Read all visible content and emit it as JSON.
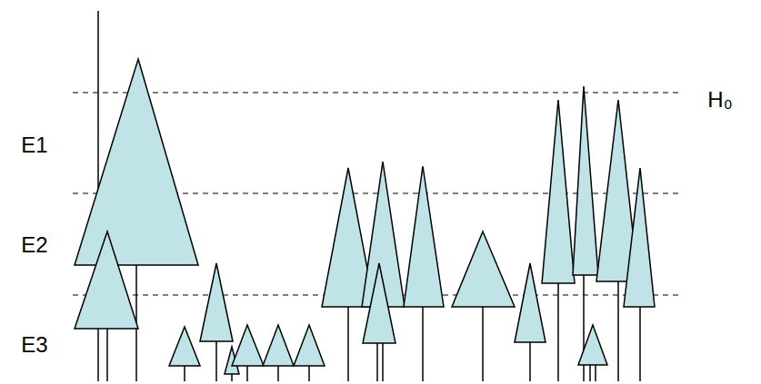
{
  "diagram": {
    "labels": [
      "E1",
      "E2",
      "E3",
      "H₀"
    ]
  }
}
